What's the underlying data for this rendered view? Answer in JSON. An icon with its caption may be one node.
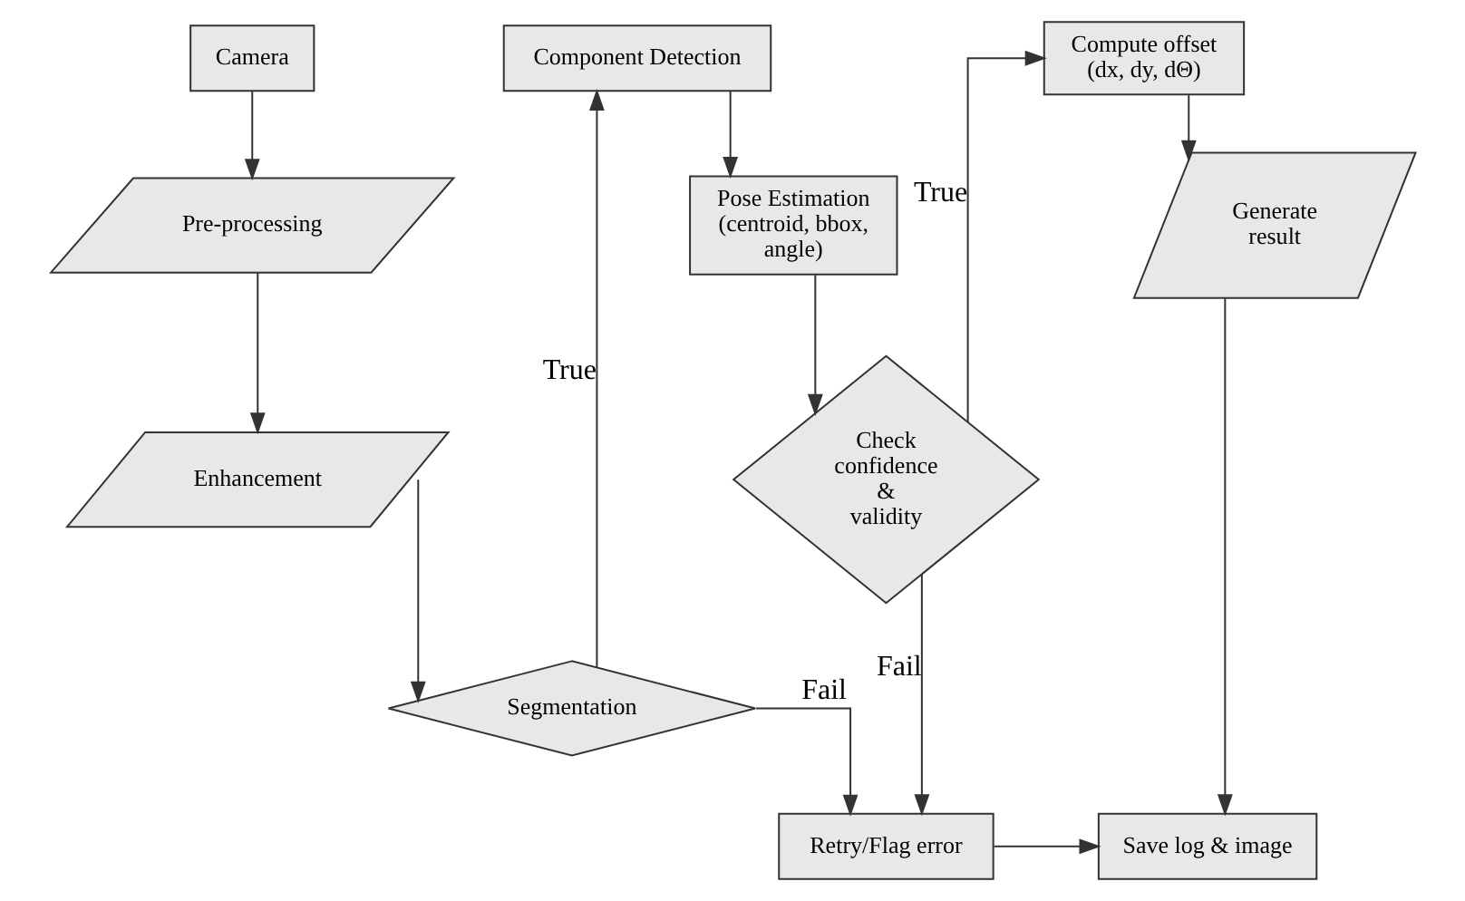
{
  "diagram": {
    "nodes": [
      {
        "text": [
          "Camera"
        ]
      },
      {
        "text": [
          "Pre-processing"
        ]
      },
      {
        "text": [
          "Enhancement"
        ]
      },
      {
        "text": [
          "Segmentation"
        ]
      },
      {
        "text": [
          "Component Detection"
        ]
      },
      {
        "text": [
          "Pose Estimation (centroid, bbox, angle)"
        ]
      },
      {
        "text": [
          "Check confidence & validity"
        ]
      },
      {
        "text": [
          "Compute offset (dx, dy, dΘ)"
        ]
      },
      {
        "text": [
          "Generate result"
        ]
      },
      {
        "text": [
          "Retry/Flag error"
        ]
      },
      {
        "text": [
          "Save log & image"
        ]
      }
    ],
    "edges": [
      {
        "from": 0,
        "to": 1,
        "arrow": "to"
      },
      {
        "from": 1,
        "to": 2,
        "arrow": "to"
      },
      {
        "from": 2,
        "to": 3,
        "arrow": "to"
      },
      {
        "from": 3,
        "to": 4,
        "arrow": "to",
        "label": "True"
      },
      {
        "from": 4,
        "to": 5,
        "arrow": "to"
      },
      {
        "from": 5,
        "to": 6,
        "arrow": "to"
      },
      {
        "from": 6,
        "to": 7,
        "arrow": "to",
        "label": "True"
      },
      {
        "from": 7,
        "to": 8,
        "arrow": "to"
      },
      {
        "from": 8,
        "to": 10,
        "arrow": "to"
      },
      {
        "from": 3,
        "to": 9,
        "arrow": "to",
        "label": "Fail"
      },
      {
        "from": 6,
        "to": 9,
        "arrow": "to",
        "label": "Fail"
      },
      {
        "from": 9,
        "to": 10,
        "arrow": "to"
      }
    ]
  }
}
